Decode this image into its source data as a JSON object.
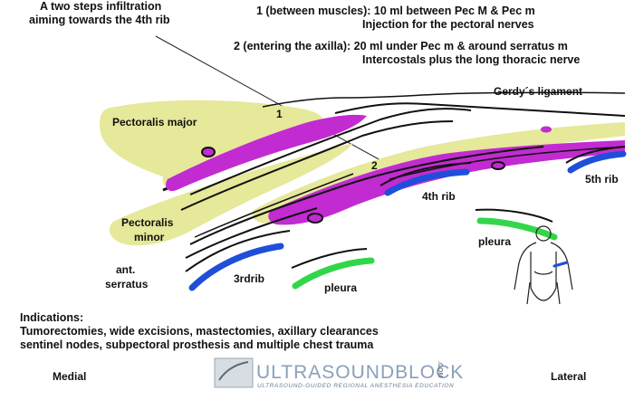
{
  "texts": {
    "title_line1": "A two steps infiltration",
    "title_line2": "aiming towards the  4th rib",
    "step1_line1": "1 (between muscles): 10 ml between Pec M & Pec m",
    "step1_line2": "Injection for the pectoral nerves",
    "step2_line1": "2 (entering the axilla): 20 ml under Pec m & around serratus m",
    "step2_line2": "Intercostals plus the long thoracic nerve",
    "gerdy": "Gerdy´s ligament",
    "pec_major": "Pectoralis major",
    "pec_minor_1": "Pectoralis",
    "pec_minor_2": "minor",
    "ant_serratus_1": "ant.",
    "ant_serratus_2": "serratus",
    "third_rib": "3rdrib",
    "fourth_rib": "4th rib",
    "fifth_rib": "5th rib",
    "pleura_left": "pleura",
    "pleura_right": "pleura",
    "marker1": "1",
    "marker2": "2",
    "indications_title": "Indications:",
    "indications_line1": "Tumorectomies, wide excisions, mastectomies, axillary clearances",
    "indications_line2": "sentinel nodes, subpectoral prosthesis and multiple chest trauma",
    "medial": "Medial",
    "lateral": "Lateral",
    "logo_main": "ULTRASOUNDBLOCK",
    "logo_com": ".COM",
    "logo_sub": "ULTRASOUND-GUIDED  REGIONAL  ANESTHESIA  EDUCATION"
  },
  "colors": {
    "muscle_yellow": "#e6e89a",
    "fascia_purple": "#c22bd2",
    "rib_blue": "#1f4fd8",
    "pleura_green": "#32d64a",
    "ink": "#111111",
    "logo": "#8aa0b8"
  }
}
